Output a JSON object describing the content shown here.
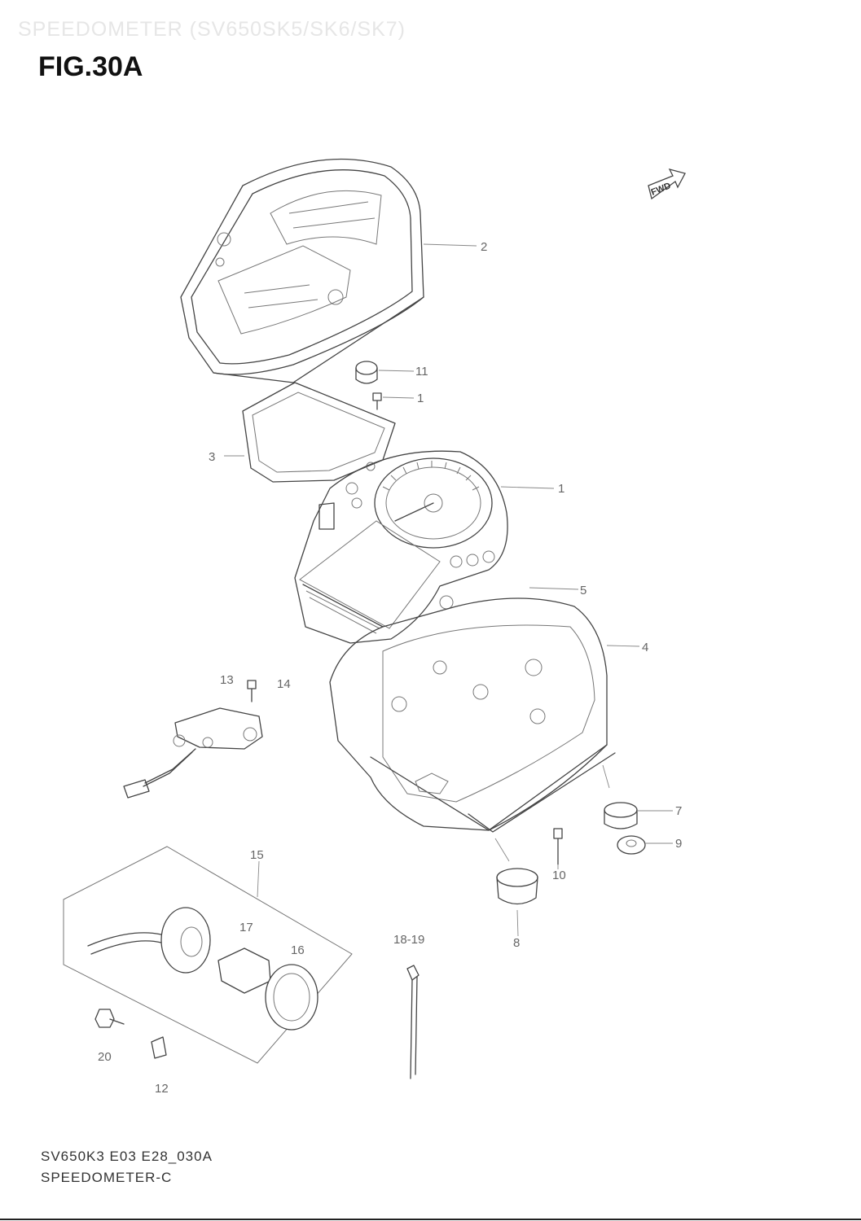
{
  "header": {
    "title": "SPEEDOMETER (SV650SK5/SK6/SK7)",
    "figure": "FIG.30A"
  },
  "direction_badge": "FWD",
  "callouts": {
    "c1a": "1",
    "c1b": "1",
    "c2": "2",
    "c3": "3",
    "c4": "4",
    "c5": "5",
    "c7": "7",
    "c8": "8",
    "c9": "9",
    "c10": "10",
    "c11": "11",
    "c12": "12",
    "c13": "13",
    "c14": "14",
    "c15": "15",
    "c16": "16",
    "c17": "17",
    "c18_19": "18-19",
    "c20": "20"
  },
  "footer": {
    "code": "SV650K3 E03 E28_030A",
    "name": "SPEEDOMETER-C"
  }
}
